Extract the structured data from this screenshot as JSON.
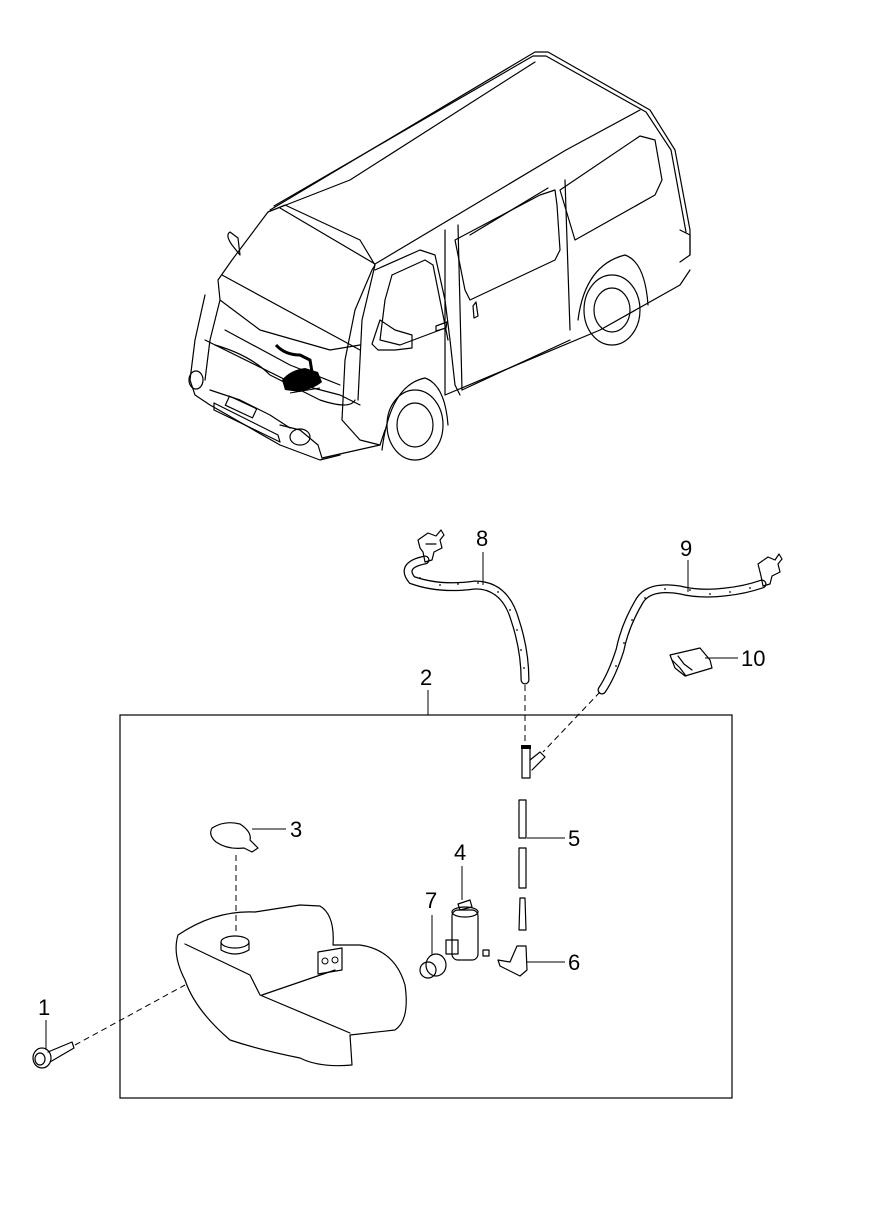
{
  "diagram": {
    "type": "exploded parts diagram",
    "subject": "van windshield washer system",
    "callouts": [
      {
        "number": "1",
        "part": "bolt"
      },
      {
        "number": "2",
        "part": "washer reservoir assembly (box)"
      },
      {
        "number": "3",
        "part": "reservoir cap"
      },
      {
        "number": "4",
        "part": "washer pump motor"
      },
      {
        "number": "5",
        "part": "hose"
      },
      {
        "number": "6",
        "part": "elbow connector"
      },
      {
        "number": "7",
        "part": "grommet"
      },
      {
        "number": "8",
        "part": "washer hose with nozzle (left)"
      },
      {
        "number": "9",
        "part": "washer hose with nozzle (right)"
      },
      {
        "number": "10",
        "part": "hose clip"
      }
    ]
  },
  "labels": {
    "l1": "1",
    "l2": "2",
    "l3": "3",
    "l4": "4",
    "l5": "5",
    "l6": "6",
    "l7": "7",
    "l8": "8",
    "l9": "9",
    "l10": "10"
  }
}
